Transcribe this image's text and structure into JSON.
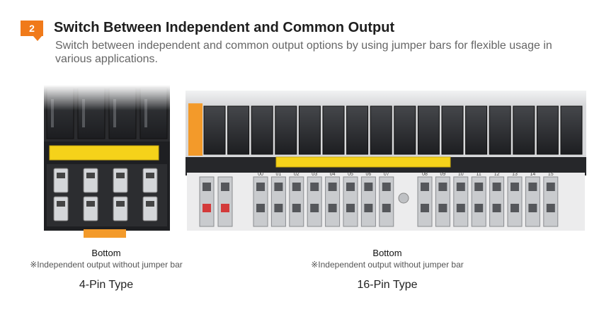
{
  "header": {
    "step_number": "2",
    "title": "Switch Between Independent and Common Output",
    "subtitle": "Switch between independent and common output options by using jumper bars for flexible usage in various applications."
  },
  "products": [
    {
      "image_icon": "4-pin-relay-terminal-photo",
      "caption_title": "Bottom",
      "caption_note": "※Independent output without jumper bar",
      "type_label": "4-Pin Type"
    },
    {
      "image_icon": "16-pin-relay-terminal-photo",
      "caption_title": "Bottom",
      "caption_note": "※Independent output without jumper bar",
      "type_label": "16-Pin Type",
      "terminal_numbers": [
        "00",
        "01",
        "02",
        "03",
        "04",
        "05",
        "06",
        "07",
        "08",
        "09",
        "10",
        "11",
        "12",
        "13",
        "14",
        "15"
      ]
    }
  ],
  "colors": {
    "accent": "#f07a1a",
    "jumper": "#f5d21a"
  }
}
